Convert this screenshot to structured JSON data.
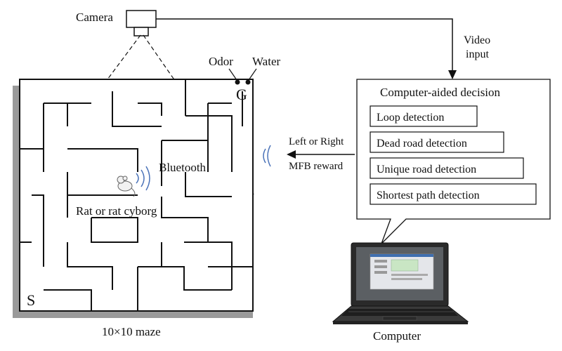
{
  "camera": {
    "label": "Camera"
  },
  "video": {
    "line1": "Video",
    "line2": "input"
  },
  "odor": {
    "label": "Odor"
  },
  "water": {
    "label": "Water"
  },
  "maze": {
    "goal": "G",
    "start": "S",
    "caption": "10×10 maze",
    "bluetooth_label": "Bluetooth",
    "rat_label": "Rat or rat cyborg"
  },
  "signal": {
    "line1": "Left or Right",
    "line2": "MFB reward"
  },
  "decision": {
    "title": "Computer-aided decision",
    "items": [
      "Loop detection",
      "Dead road detection",
      "Unique road detection",
      "Shortest path detection"
    ]
  },
  "computer": {
    "label": "Computer"
  },
  "icons": {
    "camera": "camera-icon",
    "rat": "rat-icon",
    "wireless": "wireless-signal-icon",
    "laptop": "laptop-icon"
  }
}
